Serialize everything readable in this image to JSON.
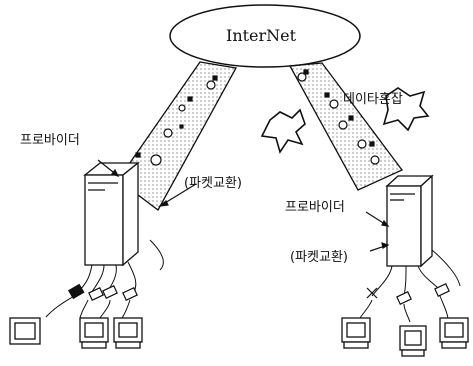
{
  "diagram": {
    "internet_label": "InterNet",
    "provider_left_label": "프로바이더",
    "provider_right_label": "프로바이더",
    "packet_switch_left_label": "(파켓교환)",
    "packet_switch_right_label": "(파켓교환)",
    "congestion_label": "데이타혼잡"
  }
}
